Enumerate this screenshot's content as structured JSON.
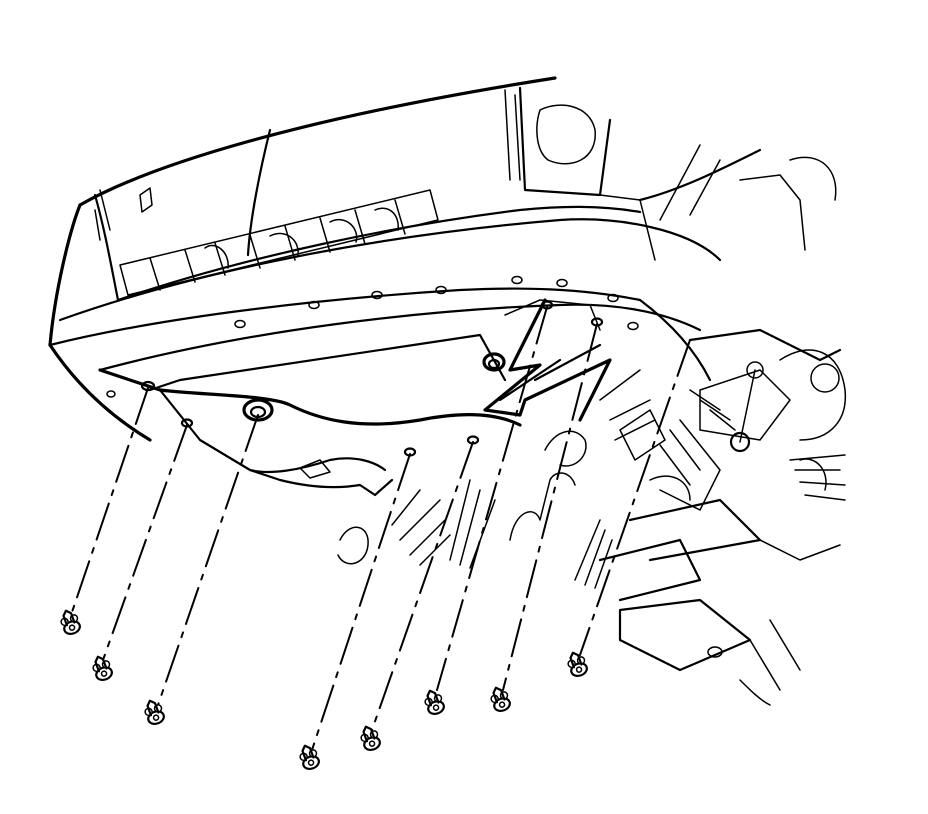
{
  "diagram": {
    "type": "exploded-view line drawing",
    "fasteners": [
      {
        "id": 1,
        "icon": "push-pin-retainer-icon"
      },
      {
        "id": 2,
        "icon": "push-pin-retainer-icon"
      },
      {
        "id": 3,
        "icon": "push-pin-retainer-icon"
      },
      {
        "id": 4,
        "icon": "push-pin-retainer-icon"
      },
      {
        "id": 5,
        "icon": "push-pin-retainer-icon"
      },
      {
        "id": 6,
        "icon": "push-pin-retainer-icon"
      },
      {
        "id": 7,
        "icon": "push-pin-retainer-icon"
      },
      {
        "id": 8,
        "icon": "push-pin-retainer-icon"
      }
    ],
    "line_color": "#000000",
    "background_color": "#ffffff"
  }
}
